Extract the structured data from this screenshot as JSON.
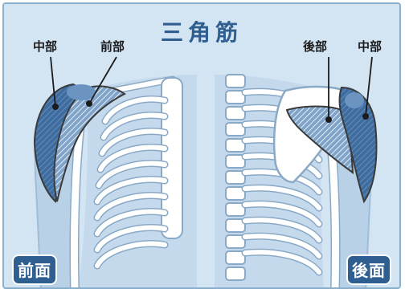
{
  "title": "三角筋",
  "labels": {
    "front_middle": "中部",
    "front_anterior": "前部",
    "back_posterior": "後部",
    "back_middle": "中部"
  },
  "views": {
    "front": "前面",
    "back": "後面"
  },
  "colors": {
    "background": "#d3e4f2",
    "accent": "#2f5f91",
    "muscle": "#4a76a8",
    "bone": "#ffffff"
  }
}
